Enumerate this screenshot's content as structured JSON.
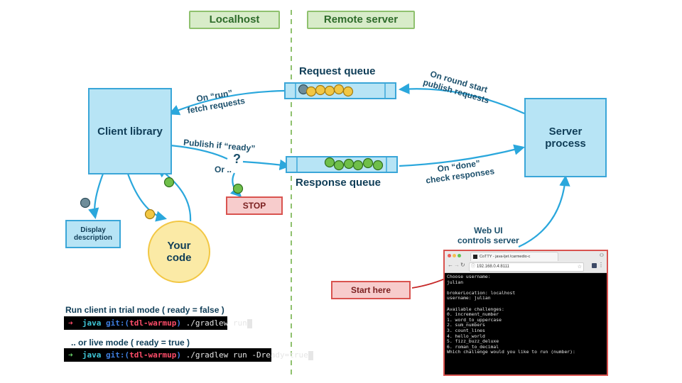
{
  "tags": {
    "left": "Localhost",
    "right": "Remote server"
  },
  "client_library": "Client library",
  "server_process": "Server\nprocess",
  "request_queue": "Request queue",
  "response_queue": "Response queue",
  "labels": {
    "fetch": "On “run”\nfetch requests",
    "publish_ready": "Publish if “ready”",
    "question": "?",
    "or": "Or ..",
    "round_start": "On round start\npublish requests",
    "done": "On “done”\ncheck responses",
    "web_ui": "Web UI\ncontrols server"
  },
  "display_description": "Display\ndescription",
  "your_code": "Your\ncode",
  "stop": "STOP",
  "start_here": "Start here",
  "trial": {
    "title": "Run client in trial mode ( ready = false )",
    "arrow": "➜",
    "dir": "java",
    "git": "git:(",
    "branch": "tdl-warmup",
    "git_close": ")",
    "cmd": " ./gradlew run"
  },
  "live": {
    "title": ".. or live mode ( ready = true )",
    "arrow": "➜",
    "dir": "java",
    "git": "git:(",
    "branch": "tdl-warmup",
    "git_close": ")",
    "cmd": " ./gradlew run -Dready=true"
  },
  "browser": {
    "tab": "CoTTY - java-ljet /carmedio-c",
    "url": "192.168.0.4:8111",
    "lines": [
      "Choose username:",
      "julian",
      "",
      "brokerLocation: localhost",
      "username: julian",
      "",
      "Available challenges:",
      "0. increment_number",
      "1. word_to_uppercase",
      "2. sum_numbers",
      "3. count_lines",
      "4. hello_world",
      "5. fizz_buzz_deluxe",
      "6. roman_to_decimal",
      "Which challenge would you like to run (number):"
    ]
  },
  "colors": {
    "blue_fill": "#b7e4f5",
    "blue_border": "#3aa6d8",
    "arrow": "#2aa7dc",
    "green_ball": "#6fbf4a",
    "yellow_ball": "#f2c744",
    "grey_ball": "#6e8d9a",
    "red": "#d9534f"
  }
}
